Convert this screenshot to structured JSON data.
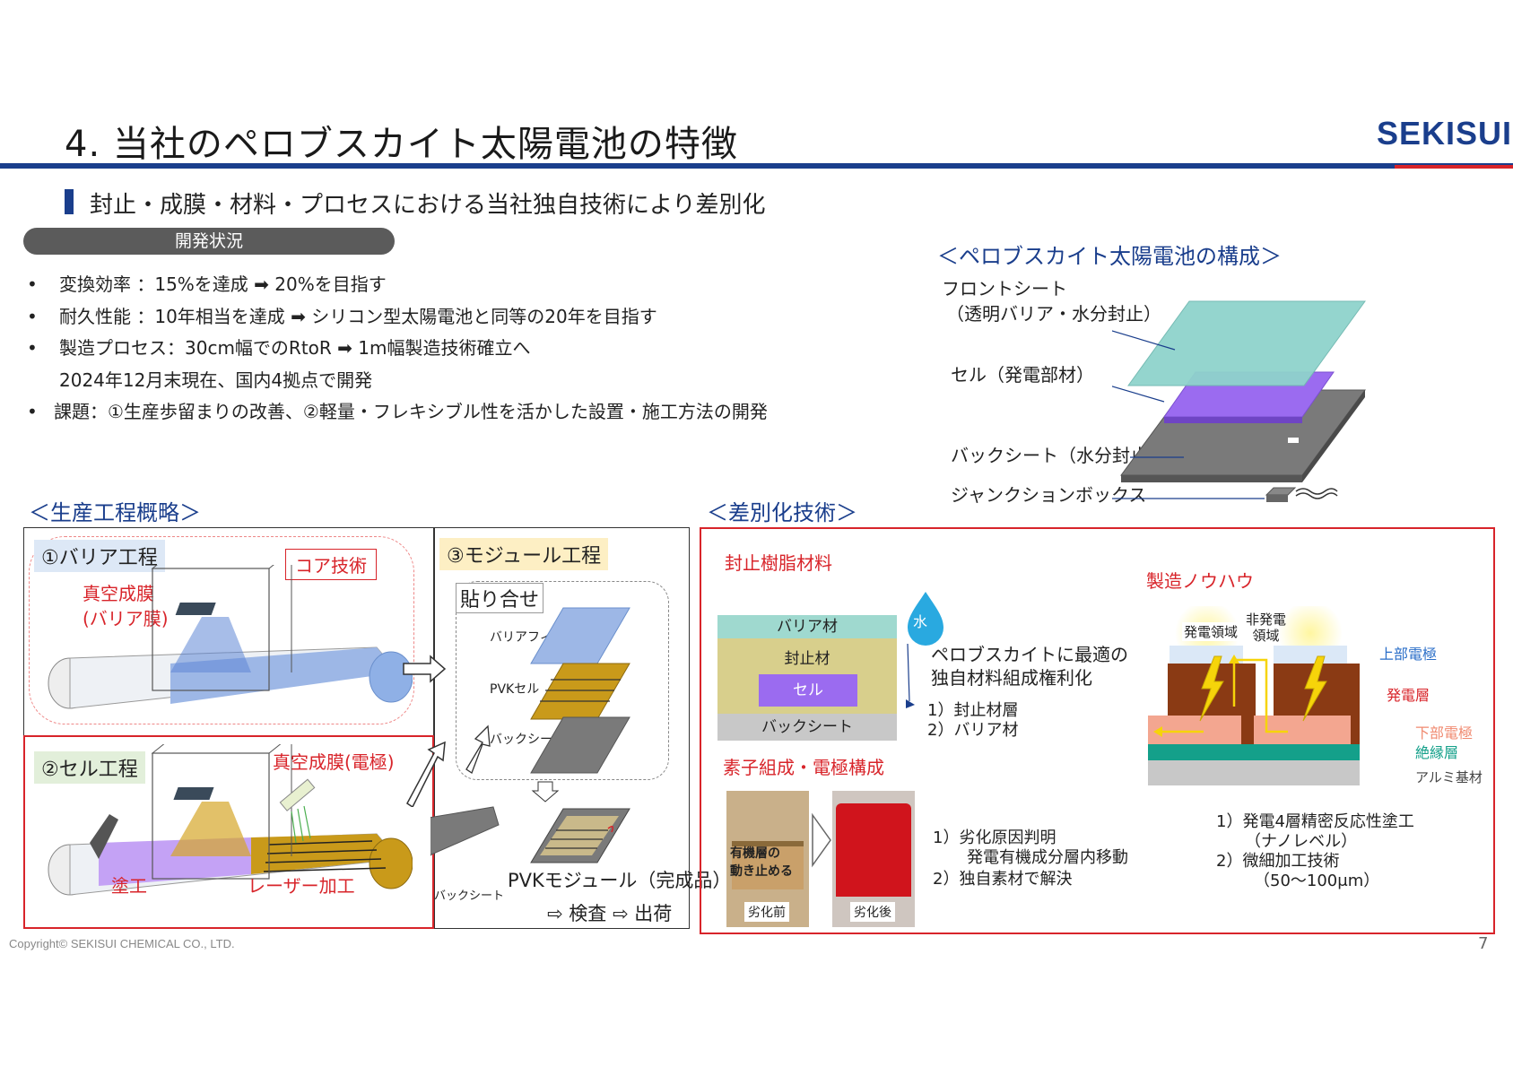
{
  "header": {
    "title": "4. 当社のペロブスカイト太陽電池の特徴",
    "logo": "SEKISUI",
    "subtitle": "封止・成膜・材料・プロセスにおける当社独自技術により差別化",
    "status_pill": "開発状況"
  },
  "bullets": [
    {
      "dot": "•",
      "text": "変換効率 ：15%を達成 ➡ 20%を目指す"
    },
    {
      "dot": "•",
      "text": "耐久性能 ：10年相当を達成 ➡ シリコン型太陽電池と同等の20年を目指す"
    },
    {
      "dot": "•",
      "text": "製造プロセス：30cm幅でのRtoR ➡ 1m幅製造技術確立へ"
    },
    {
      "dot": "",
      "text": "2024年12月末現在、国内4拠点で開発"
    },
    {
      "dot": "•",
      "text": "課題：①生産歩留まりの改善、②軽量・フレキシブル性を活かした設置・施工方法の開発"
    }
  ],
  "structure": {
    "heading": "＜ペロブスカイト太陽電池の構成＞",
    "front_sheet": "フロントシート",
    "front_sheet_note": "（透明バリア・水分封止）",
    "cell": "セル（発電部材）",
    "back_sheet": "バックシート（水分封止）",
    "junction_box": "ジャンクションボックス"
  },
  "production": {
    "heading": "＜生産工程概略＞",
    "barrier_step": "①バリア工程",
    "core_tech": "コア技術",
    "vacuum_barrier_1": "真空成膜",
    "vacuum_barrier_2": "(バリア膜)",
    "cell_step": "②セル工程",
    "vacuum_electrode": "真空成膜(電極)",
    "coating": "塗工",
    "laser": "レーザー加工",
    "module_step": "③モジュール工程",
    "lamination": "貼り合せ",
    "barrier_film": "バリアフィルム",
    "pvk_cell": "PVKセル",
    "back_sheet": "バックシート",
    "back_sheet_roll": "バックシート",
    "pvk_module": "PVKモジュール（完成品）",
    "inspect_ship": "⇨ 検査 ⇨ 出荷"
  },
  "diff": {
    "heading": "＜差別化技術＞",
    "seal_title": "封止樹脂材料",
    "layer_barrier": "バリア材",
    "layer_seal": "封止材",
    "layer_cell": "セル",
    "layer_back": "バックシート",
    "water": "水",
    "seal_desc_1": "ペロブスカイトに最適の",
    "seal_desc_2": "独自材料組成権利化",
    "seal_item_1": "1）封止材層",
    "seal_item_2": "2）バリア材",
    "element_title": "素子組成・電極構成",
    "organic_label_1": "有機層の",
    "organic_label_2": "動き止める",
    "before": "劣化前",
    "after": "劣化後",
    "element_item_1": "1）劣化原因判明",
    "element_item_1b": "発電有機成分層内移動",
    "element_item_2": "2）独自素材で解決",
    "knowhow_title": "製造ノウハウ",
    "gen_region": "発電領域",
    "non_gen_1": "非発電",
    "non_gen_2": "領域",
    "top_electrode": "上部電極",
    "gen_layer": "発電層",
    "bottom_electrode": "下部電極",
    "insulation": "絶縁層",
    "aluminum": "アルミ基材",
    "knowhow_item_1": "1）発電4層精密反応性塗工",
    "knowhow_item_1b": "（ナノレベル）",
    "knowhow_item_2": "2）微細加工技術",
    "knowhow_item_2b": "（50〜100μm）"
  },
  "footer": {
    "copyright": "Copyright© SEKISUI CHEMICAL CO., LTD.",
    "page": "7"
  },
  "colors": {
    "brand_blue": "#1a3e8c",
    "brand_red": "#d8242a",
    "front_sheet": "#8fd3cc",
    "cell": "#9b6bf0",
    "back_sheet": "#7a7a7a"
  }
}
